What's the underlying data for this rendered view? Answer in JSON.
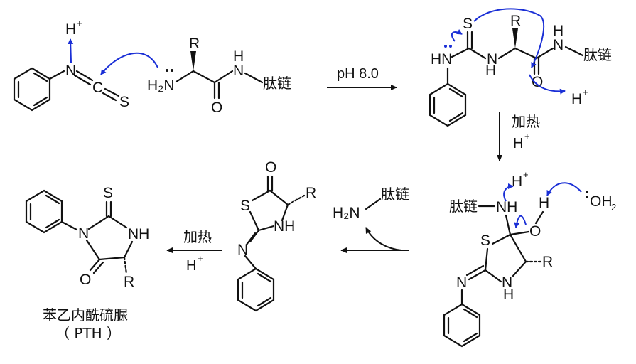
{
  "atoms": {
    "H": "H",
    "plus": "+",
    "N": "N",
    "C": "C",
    "S": "S",
    "R": "R",
    "O": "O",
    "H2N": "H₂N",
    "H2": "H",
    "two": "2",
    "NH": "NH",
    "HN": "HN",
    "OH2": "OH",
    "peptide": "肽链"
  },
  "conditions": {
    "ph": "pH 8.0",
    "heat": "加热",
    "acid": "H",
    "acid_plus": "+"
  },
  "product_label": {
    "name": "苯乙内酰硫脲",
    "abbrev": "（ PTH ）"
  },
  "colors": {
    "bond": "#111111",
    "electron_flow": "#1a2fd6"
  }
}
